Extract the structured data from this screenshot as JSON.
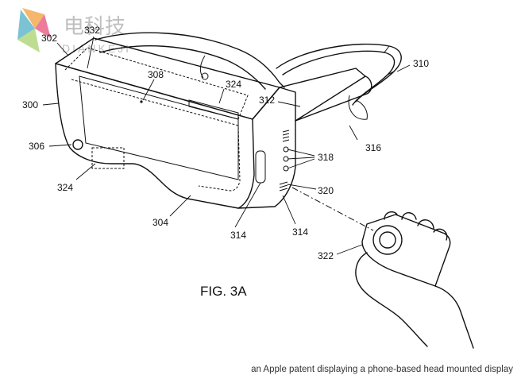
{
  "watermark": {
    "brand_cn": "电科技",
    "brand_en": "DIANKEJI",
    "logo_colors": [
      "#f2a03d",
      "#e8507a",
      "#4fb0c6",
      "#a8d26b"
    ]
  },
  "figure": {
    "title": "FIG. 3A",
    "labels": {
      "l300": "300",
      "l302": "302",
      "l332": "332",
      "l308": "308",
      "l324_top": "324",
      "l312": "312",
      "l310": "310",
      "l306": "306",
      "l316": "316",
      "l318": "318",
      "l320": "320",
      "l324_bottom": "324",
      "l304": "304",
      "l314_left": "314",
      "l314_right": "314",
      "l322": "322"
    }
  },
  "caption": "an Apple patent displaying a phone-based head mounted display"
}
